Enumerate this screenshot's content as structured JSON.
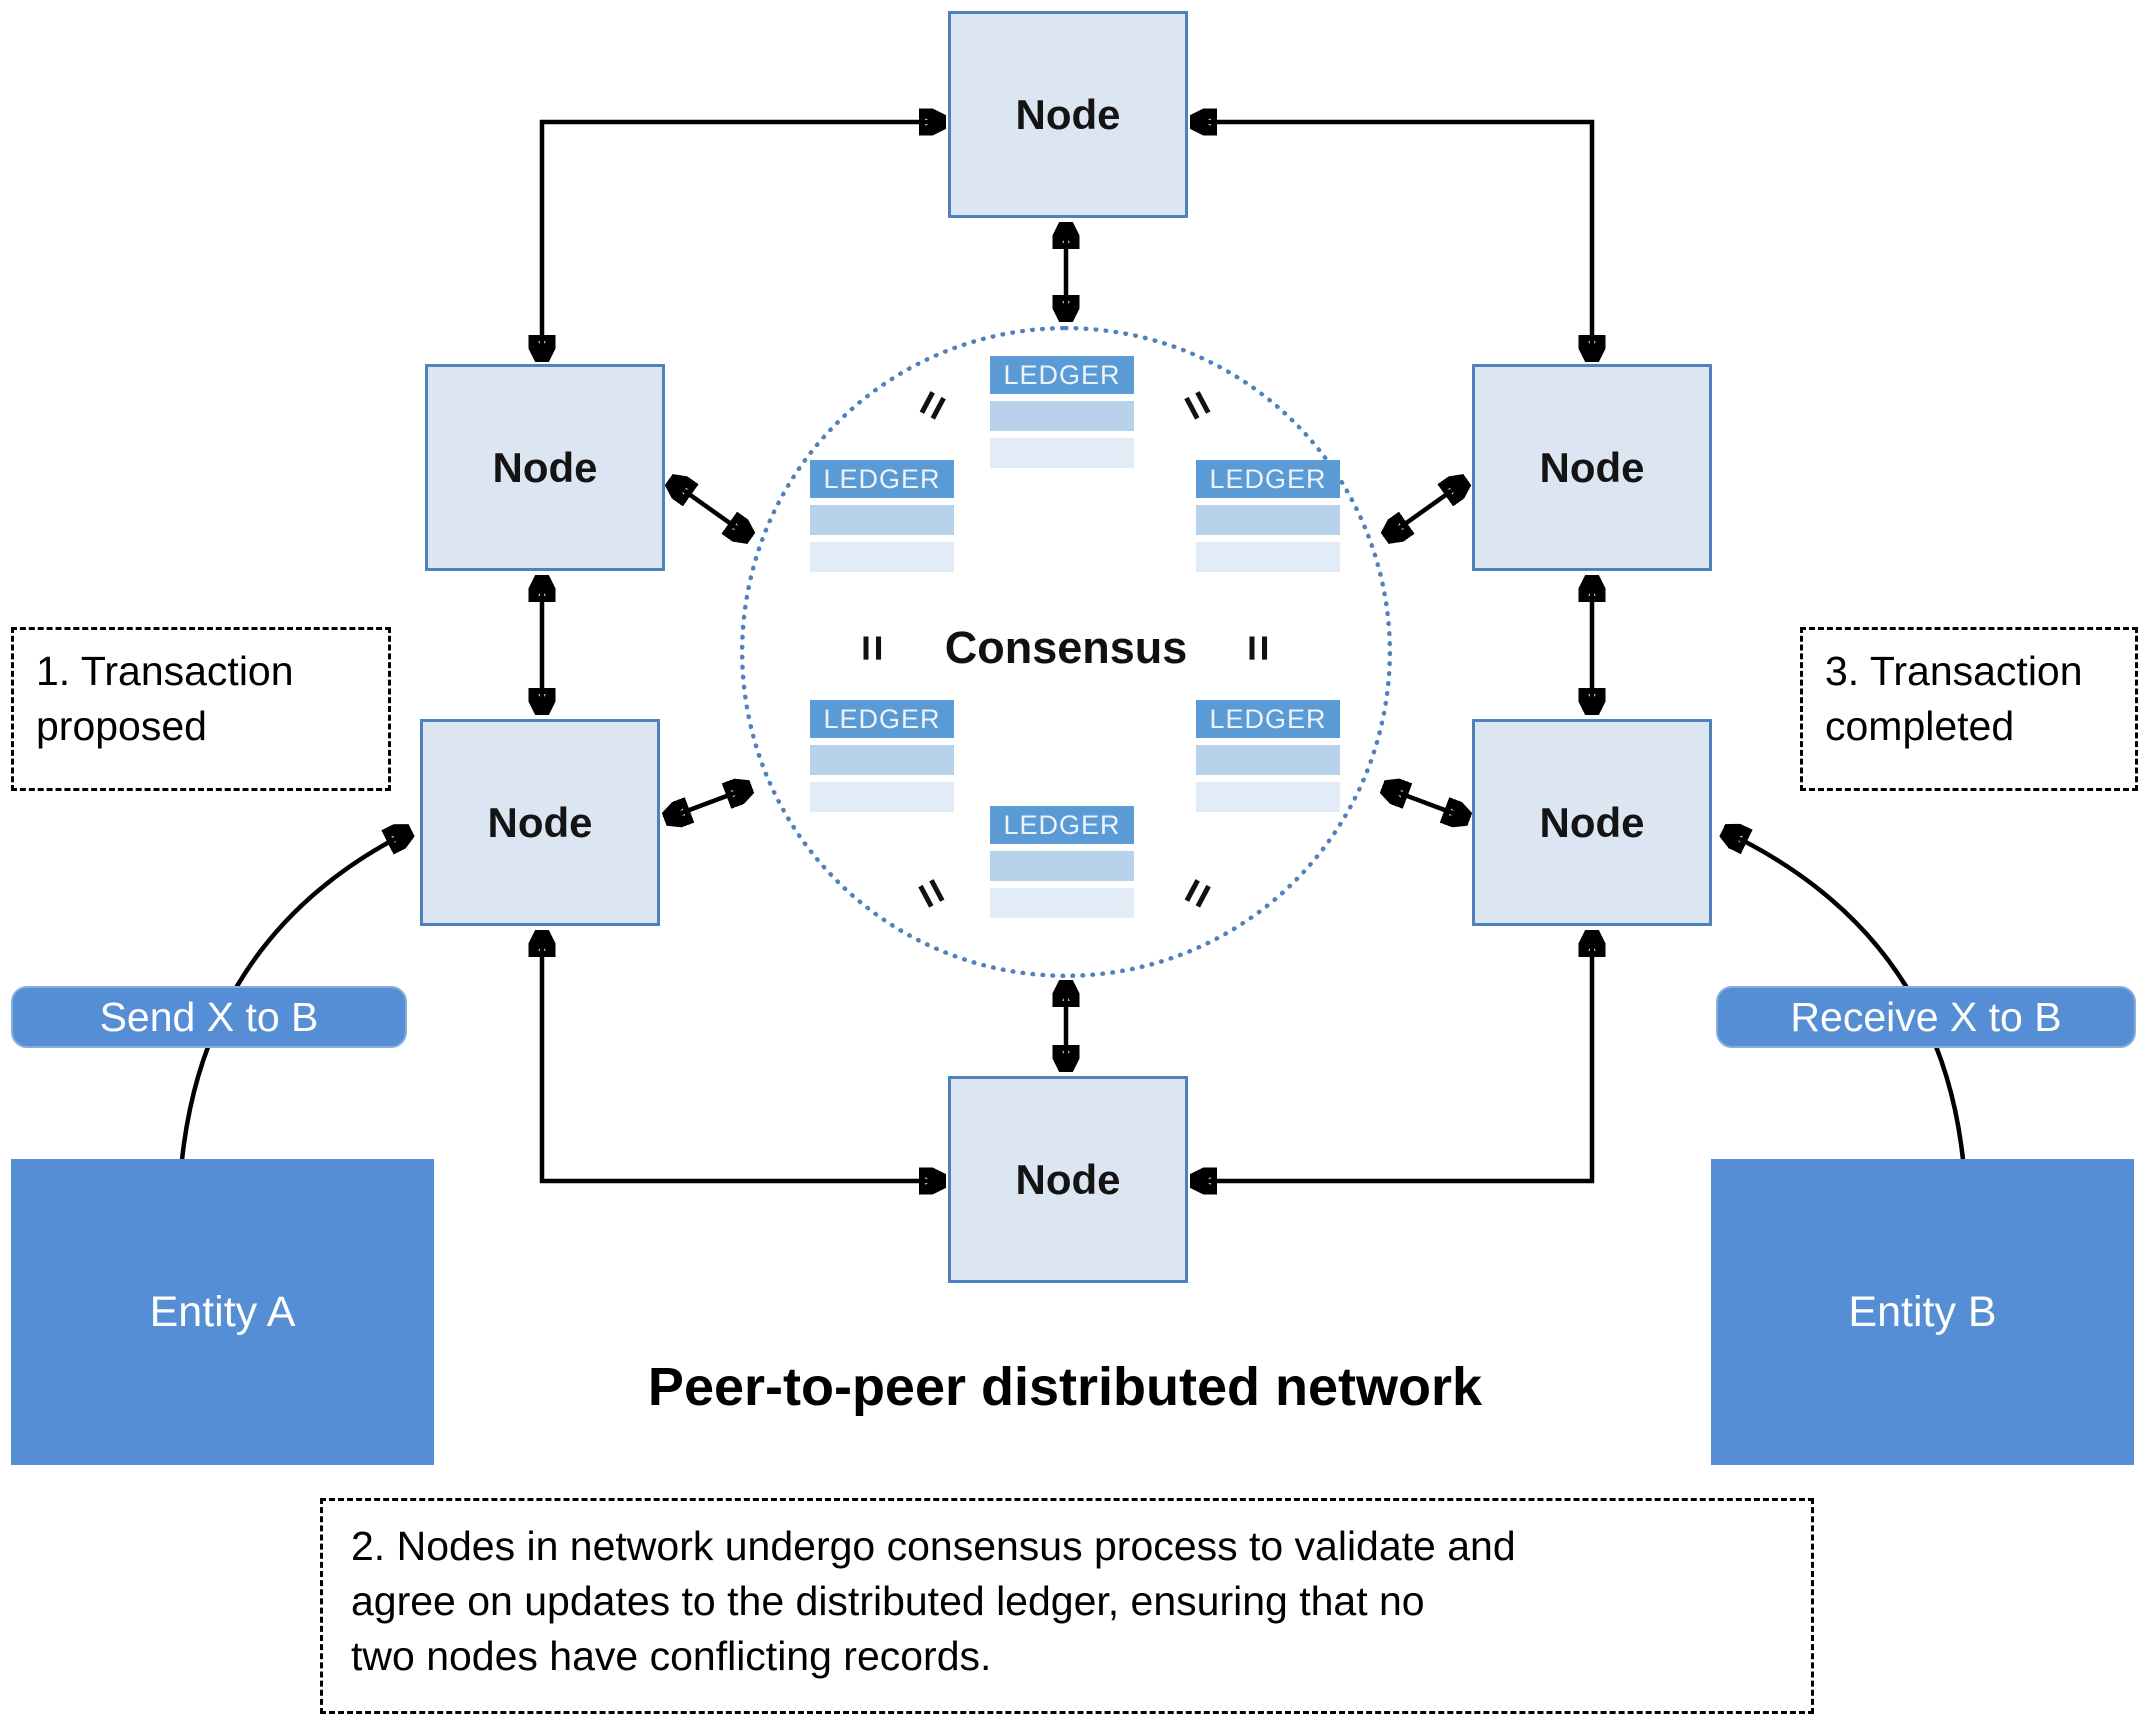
{
  "diagram": {
    "title": "Peer-to-peer distributed network",
    "consensus": "Consensus",
    "ledger": "LEDGER",
    "equals": "=",
    "nodes": [
      "Node",
      "Node",
      "Node",
      "Node",
      "Node",
      "Node"
    ],
    "annotations": {
      "step1": "1. Transaction proposed",
      "step3": "3. Transaction completed",
      "step2": "2. Nodes in network undergo consensus process to validate and agree on updates to the distributed ledger, ensuring that no two nodes have conflicting records.",
      "step2_lines": [
        "2. Nodes in network undergo consensus process to validate and",
        "agree on updates to the distributed ledger, ensuring that no",
        "two nodes have conflicting records."
      ]
    },
    "entity_a": "Entity A",
    "entity_b": "Entity B",
    "send_label": "Send X to B",
    "receive_label": "Receive X to B",
    "colors": {
      "node_fill": "#dce6f2",
      "node_border": "#4f81bd",
      "entity_fill": "#558ed5",
      "ledger_header": "#5b9bd5",
      "ledger_row1": "#b9d2ec",
      "ledger_row2": "#e2ecf7",
      "circle_dotted": "#4f81bd",
      "arrow": "#000000"
    }
  }
}
